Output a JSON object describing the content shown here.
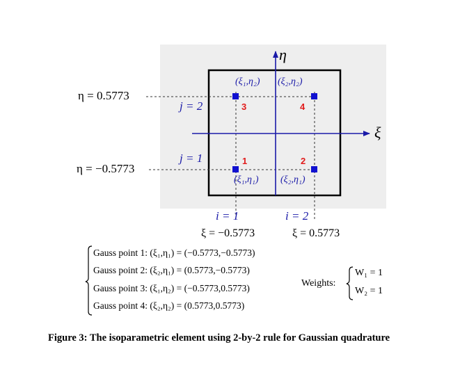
{
  "axes": {
    "eta_axis_label": "η",
    "xi_axis_label": "ξ"
  },
  "eta_levels": {
    "top": "η = 0.5773",
    "bottom": "η = −0.5773"
  },
  "j_labels": {
    "j2": "j = 2",
    "j1": "j = 1"
  },
  "i_labels": {
    "i1": "i = 1",
    "i2": "i = 2"
  },
  "xi_levels": {
    "left": "ξ = −0.5773",
    "right": "ξ = 0.5773"
  },
  "points": [
    {
      "number": "1",
      "coord": "(ξ₁,η₁)"
    },
    {
      "number": "2",
      "coord": "(ξ₂,η₁)"
    },
    {
      "number": "3",
      "coord": "(ξ₁,η₂)"
    },
    {
      "number": "4",
      "coord": "(ξ₂,η₂)"
    }
  ],
  "gauss_points": [
    "Gauss point 1: (ξ₁,η₁) = (−0.5773,−0.5773)",
    "Gauss point 2: (ξ₂,η₁) = (0.5773,−0.5773)",
    "Gauss point 3: (ξ₁,η₂) = (−0.5773,0.5773)",
    "Gauss point 4: (ξ₂,η₂) = (0.5773,0.5773)"
  ],
  "weights": {
    "label": "Weights:",
    "w1": "W₁ = 1",
    "w2": "W₂ = 1"
  },
  "caption": "Figure 3: The isoparametric element using 2-by-2 rule for Gaussian quadrature",
  "colors": {
    "panel": "#eeeeee",
    "axis": "#1a1aa8",
    "point_marker": "#1010d0",
    "point_number": "#e11b1b"
  }
}
